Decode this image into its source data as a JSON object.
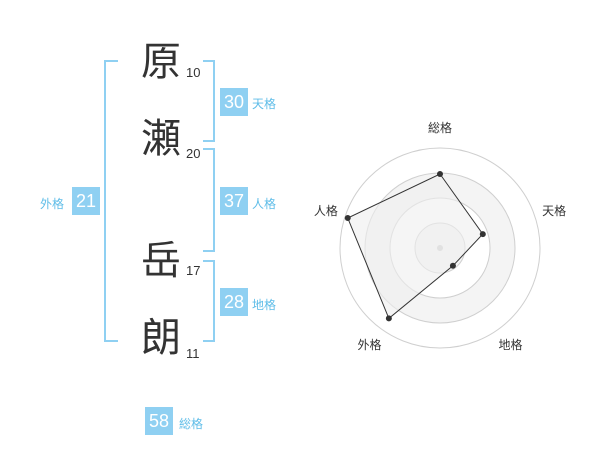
{
  "name": {
    "chars": [
      {
        "char": "原",
        "strokes": "10"
      },
      {
        "char": "瀬",
        "strokes": "20"
      },
      {
        "char": "岳",
        "strokes": "17"
      },
      {
        "char": "朗",
        "strokes": "11"
      }
    ]
  },
  "fortunes": {
    "tenkaku": {
      "value": "30",
      "label": "天格"
    },
    "jinkaku": {
      "value": "37",
      "label": "人格"
    },
    "chikaku": {
      "value": "28",
      "label": "地格"
    },
    "gaikaku": {
      "value": "21",
      "label": "外格"
    },
    "soukaku": {
      "value": "58",
      "label": "総格"
    }
  },
  "chart_data": {
    "type": "radar",
    "axes": [
      "総格",
      "天格",
      "地格",
      "外格",
      "人格"
    ],
    "rings": 4,
    "values": [
      0.74,
      0.45,
      0.22,
      0.87,
      0.97
    ],
    "colors": {
      "fill": "#efefef",
      "stroke": "#333333",
      "ring_fill": "#f4f4f4",
      "ring_stroke": "#cfcfcf"
    }
  }
}
